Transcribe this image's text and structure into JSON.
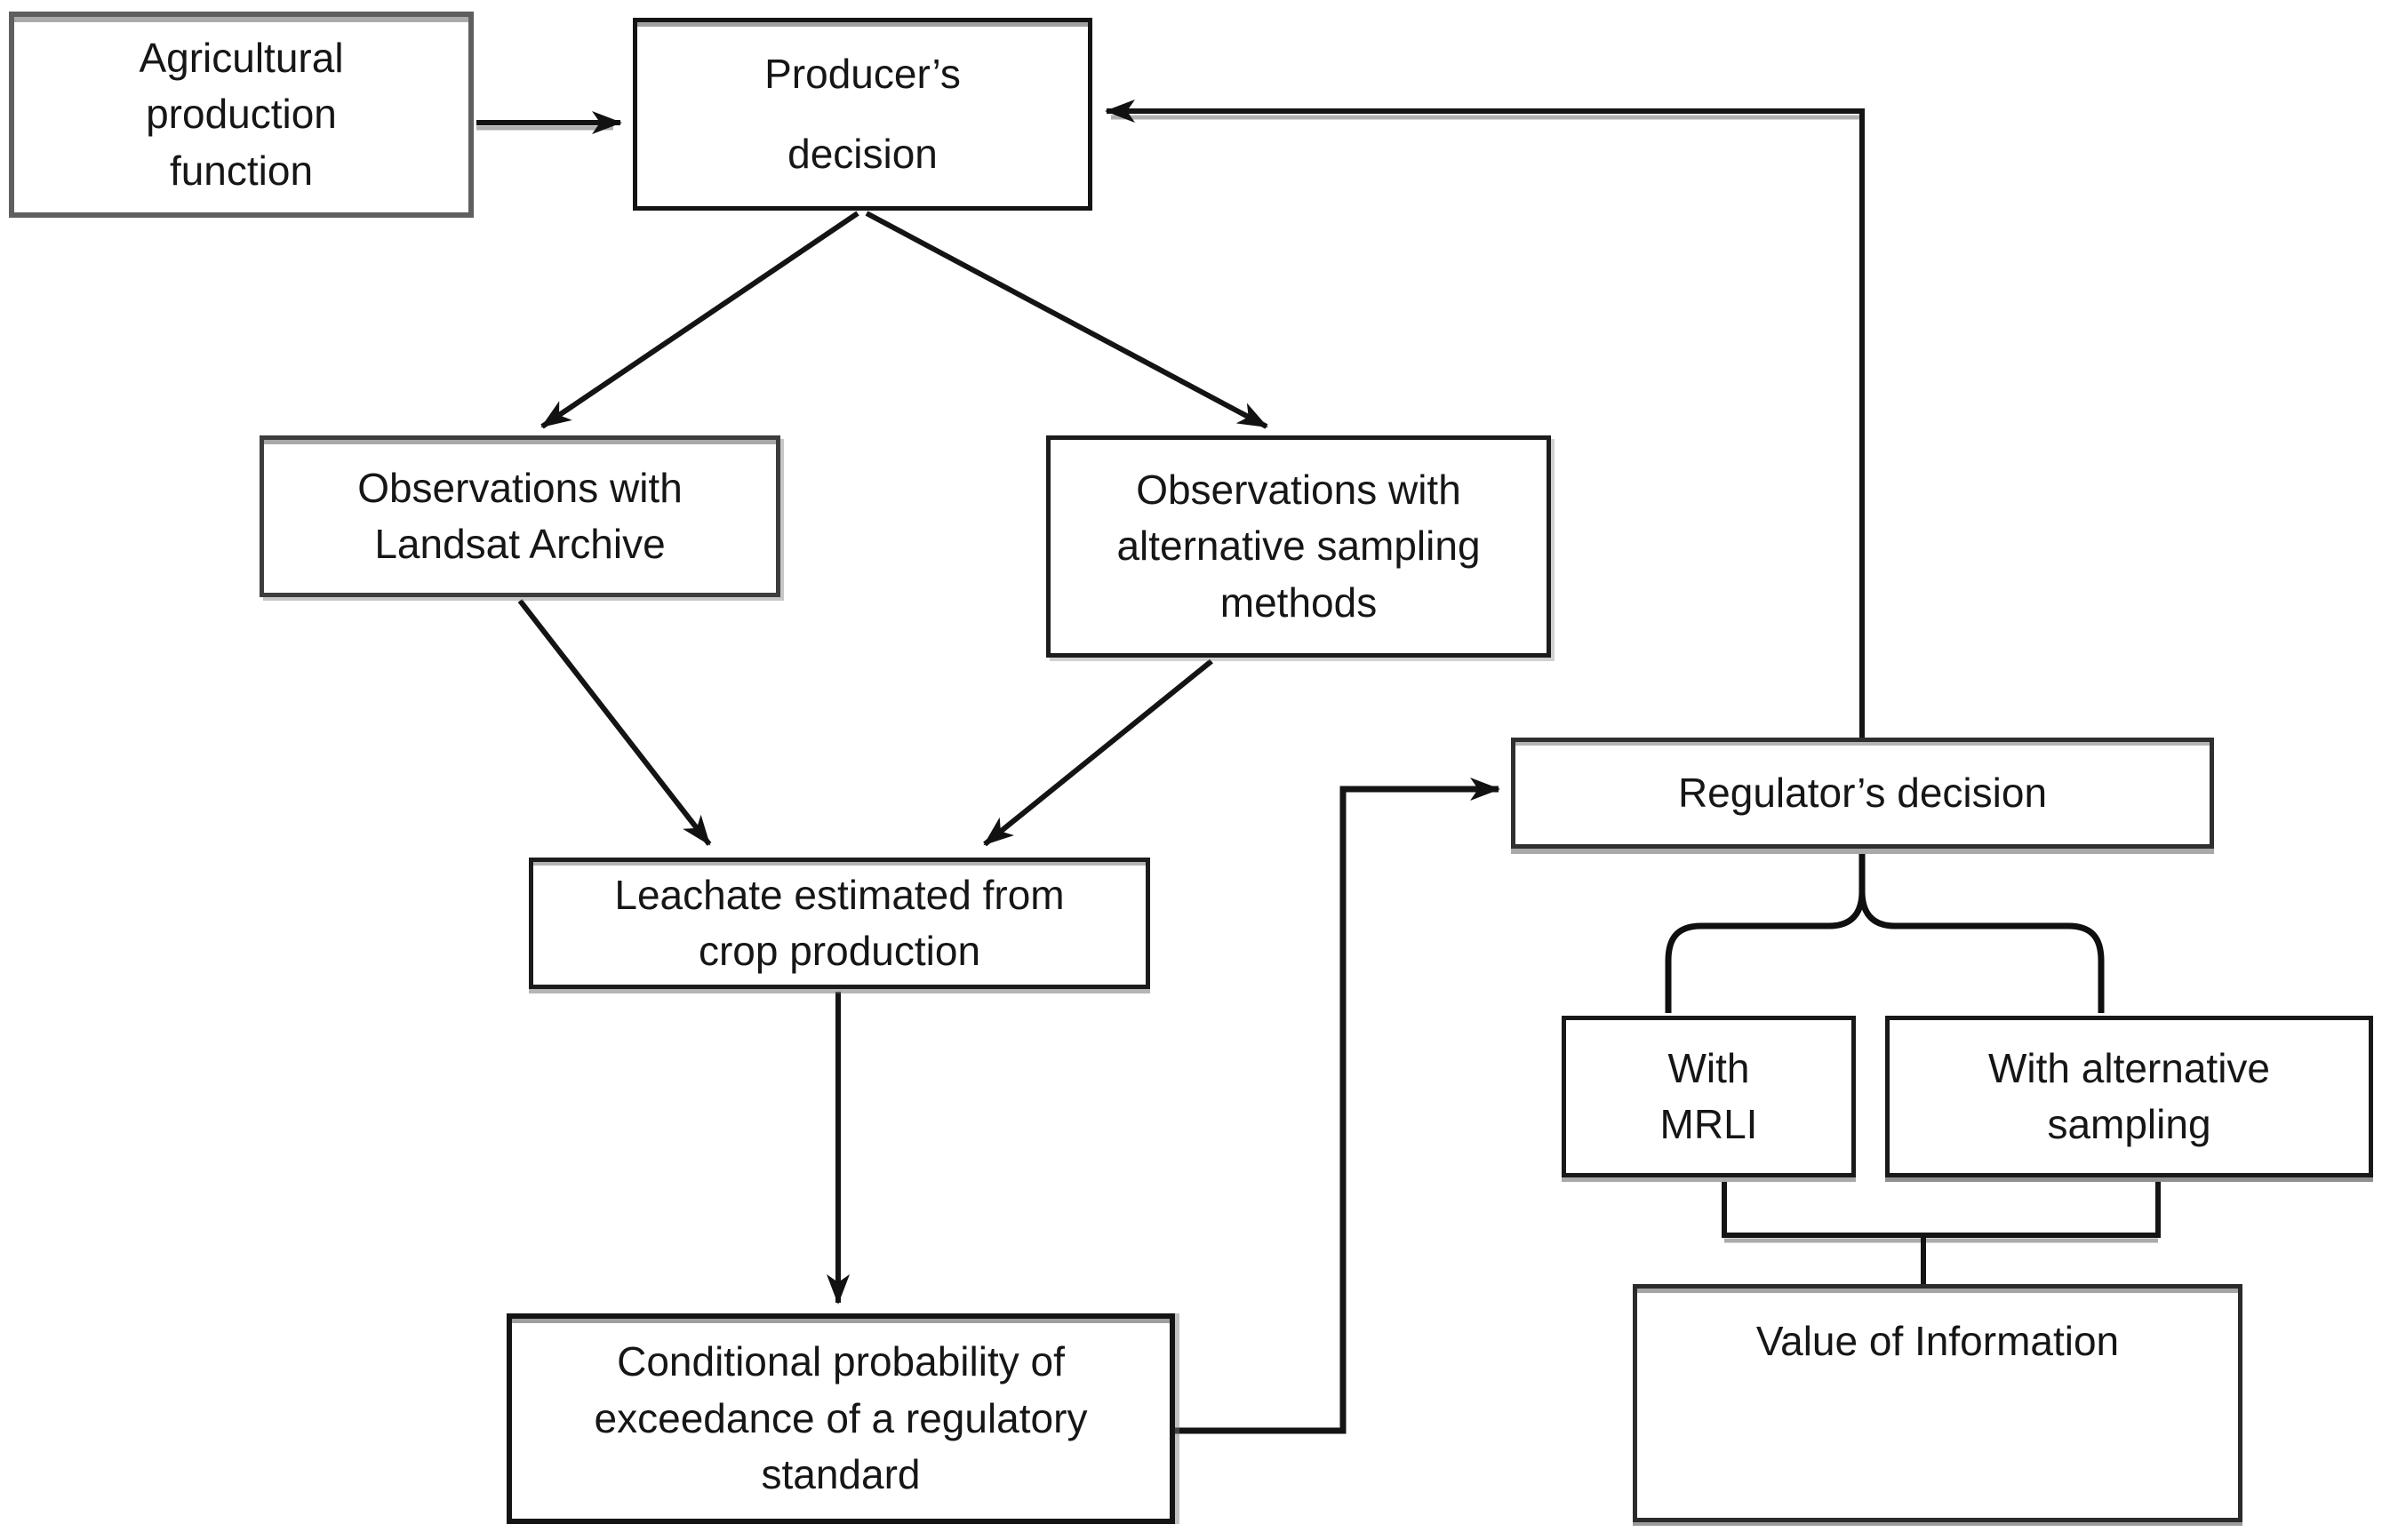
{
  "diagram": {
    "type": "flowchart",
    "background_color": "#ffffff",
    "line_color": "#141414",
    "box_fill": "#ffffff",
    "box_border_color": "#1c1c1c",
    "shadow_color": "#a9a9a9",
    "text_color": "#161616",
    "arrowhead_style": "stealth",
    "nodes": {
      "agri": {
        "label": "Agricultural\nproduction\nfunction"
      },
      "producer": {
        "label": "Producer’s\ndecision"
      },
      "landsat": {
        "label": "Observations with\nLandsat Archive"
      },
      "altobs": {
        "label": "Observations with\nalternative sampling\nmethods"
      },
      "leachate": {
        "label": "Leachate estimated from\ncrop production"
      },
      "cond": {
        "label": "Conditional probability of\nexceedance of a regulatory\nstandard"
      },
      "regulator": {
        "label": "Regulator’s decision"
      },
      "mrli": {
        "label": "With\nMRLI"
      },
      "altsamp": {
        "label": "With alternative\nsampling"
      },
      "voi": {
        "label": "Value of Information"
      }
    },
    "edges": [
      {
        "from": "agri",
        "to": "producer",
        "style": "arrow"
      },
      {
        "from": "producer",
        "to": "landsat",
        "style": "arrow"
      },
      {
        "from": "producer",
        "to": "altobs",
        "style": "arrow"
      },
      {
        "from": "landsat",
        "to": "leachate",
        "style": "arrow"
      },
      {
        "from": "altobs",
        "to": "leachate",
        "style": "arrow"
      },
      {
        "from": "leachate",
        "to": "cond",
        "style": "arrow"
      },
      {
        "from": "cond",
        "to": "regulator",
        "style": "elbow-arrow"
      },
      {
        "from": "regulator",
        "to": "producer",
        "style": "elbow-arrow-feedback"
      },
      {
        "from": "regulator",
        "to": "mrli",
        "style": "brace"
      },
      {
        "from": "regulator",
        "to": "altsamp",
        "style": "brace"
      },
      {
        "from": "mrli",
        "to": "voi",
        "style": "bracket"
      },
      {
        "from": "altsamp",
        "to": "voi",
        "style": "bracket"
      }
    ]
  }
}
